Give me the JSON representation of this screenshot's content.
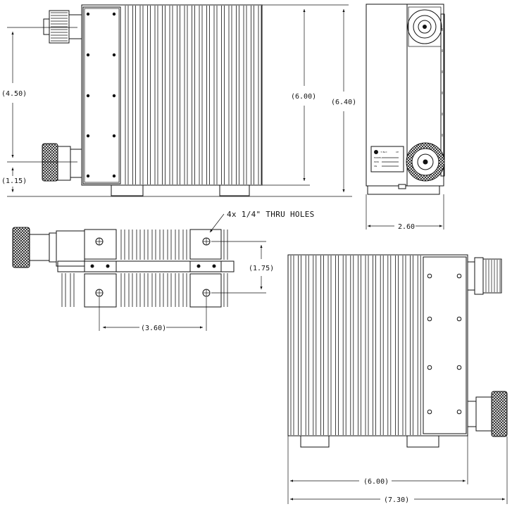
{
  "dimensions": {
    "front_spacing": "(4.50)",
    "front_offset": "(1.15)",
    "front_inner_height": "(6.00)",
    "front_total_height": "(6.40)",
    "side_width": "2.60",
    "top_hole_spacing": "(1.75)",
    "top_hole_pitch": "(3.60)",
    "bottom_inner_width": "(6.00)",
    "bottom_total_width": "(7.30)"
  },
  "notes": {
    "holes": "4x 1/4\" THRU HOLES"
  },
  "nameplate": {
    "ce_mark": "CE",
    "lines": [
      "MODEL",
      "PWR",
      "SN"
    ]
  }
}
